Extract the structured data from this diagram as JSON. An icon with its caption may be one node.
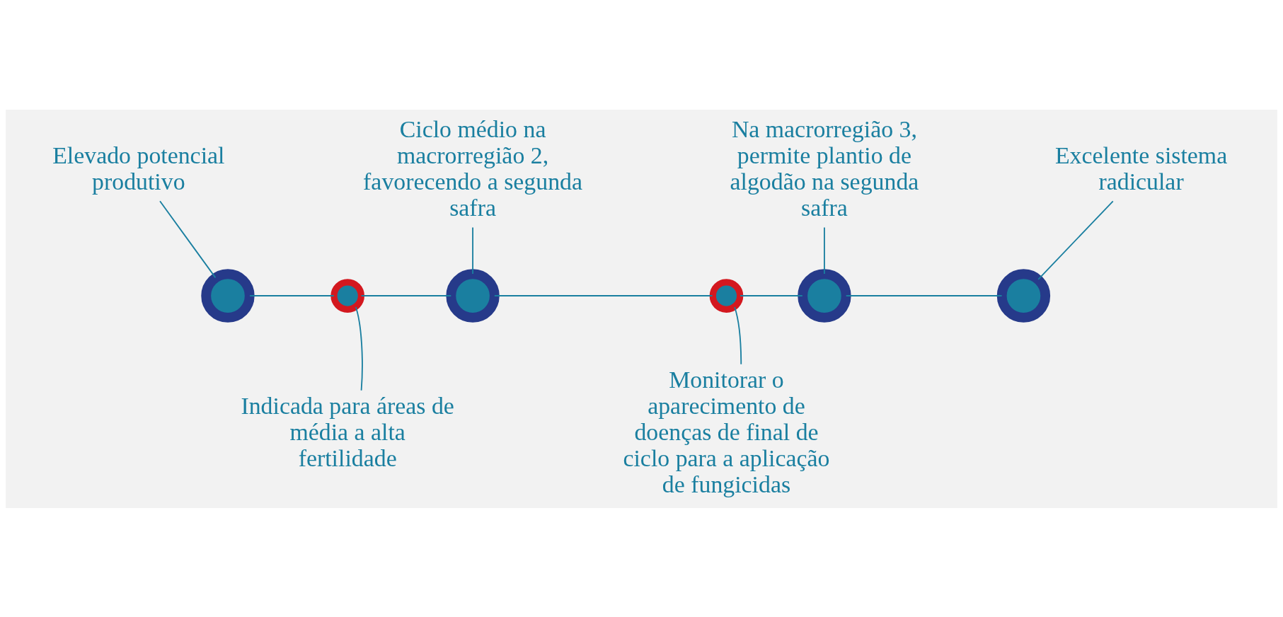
{
  "diagram": {
    "nodes": [
      {
        "text": [],
        "shape": "circle"
      },
      {
        "text": [],
        "shape": "circle"
      },
      {
        "text": [],
        "shape": "circle"
      },
      {
        "text": [],
        "shape": "circle"
      },
      {
        "text": [],
        "shape": "circle"
      },
      {
        "text": [],
        "shape": "circle"
      },
      {
        "text": [
          "Elevado potencial produtivo"
        ]
      },
      {
        "text": [
          "Indicada para áreas de média a alta fertilidade"
        ]
      },
      {
        "text": [
          "Ciclo médio na macrorregião 2, favorecendo a segunda safra"
        ]
      },
      {
        "text": [
          "Monitorar o aparecimento de doenças de final de ciclo para a aplicação de fungicidas"
        ]
      },
      {
        "text": [
          "Na macrorregião 3, permite plantio de algodão na segunda safra"
        ]
      },
      {
        "text": [
          "Excelente sistema radicular"
        ]
      }
    ],
    "edges": [
      {
        "from": 0,
        "to": 1,
        "arrow": "none"
      },
      {
        "from": 1,
        "to": 2,
        "arrow": "none"
      },
      {
        "from": 2,
        "to": 3,
        "arrow": "none"
      },
      {
        "from": 3,
        "to": 4,
        "arrow": "none"
      },
      {
        "from": 4,
        "to": 5,
        "arrow": "none"
      },
      {
        "from": 6,
        "to": 0,
        "arrow": "none"
      },
      {
        "from": 7,
        "to": 1,
        "arrow": "none"
      },
      {
        "from": 8,
        "to": 2,
        "arrow": "none"
      },
      {
        "from": 9,
        "to": 3,
        "arrow": "none"
      },
      {
        "from": 10,
        "to": 4,
        "arrow": "none"
      },
      {
        "from": 11,
        "to": 5,
        "arrow": "none"
      }
    ]
  }
}
